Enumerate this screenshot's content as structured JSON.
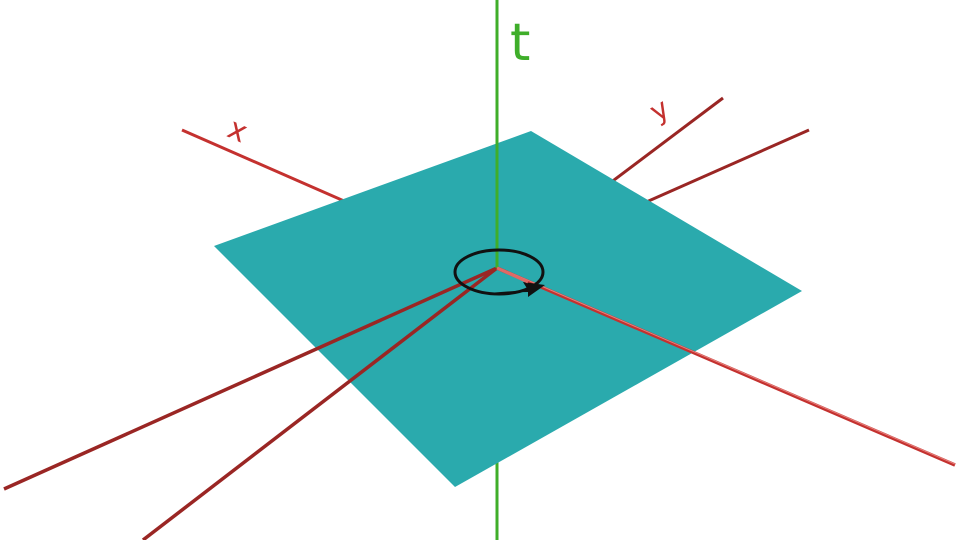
{
  "labels": {
    "time_axis": "t",
    "x_axis": "x",
    "y_axis": "y"
  },
  "colors": {
    "background": "#ffffff",
    "plane": "#2aaaad",
    "time_axis": "#3fae2a",
    "spatial_axes": "#c4312f",
    "rotation_marker": "#111111"
  }
}
